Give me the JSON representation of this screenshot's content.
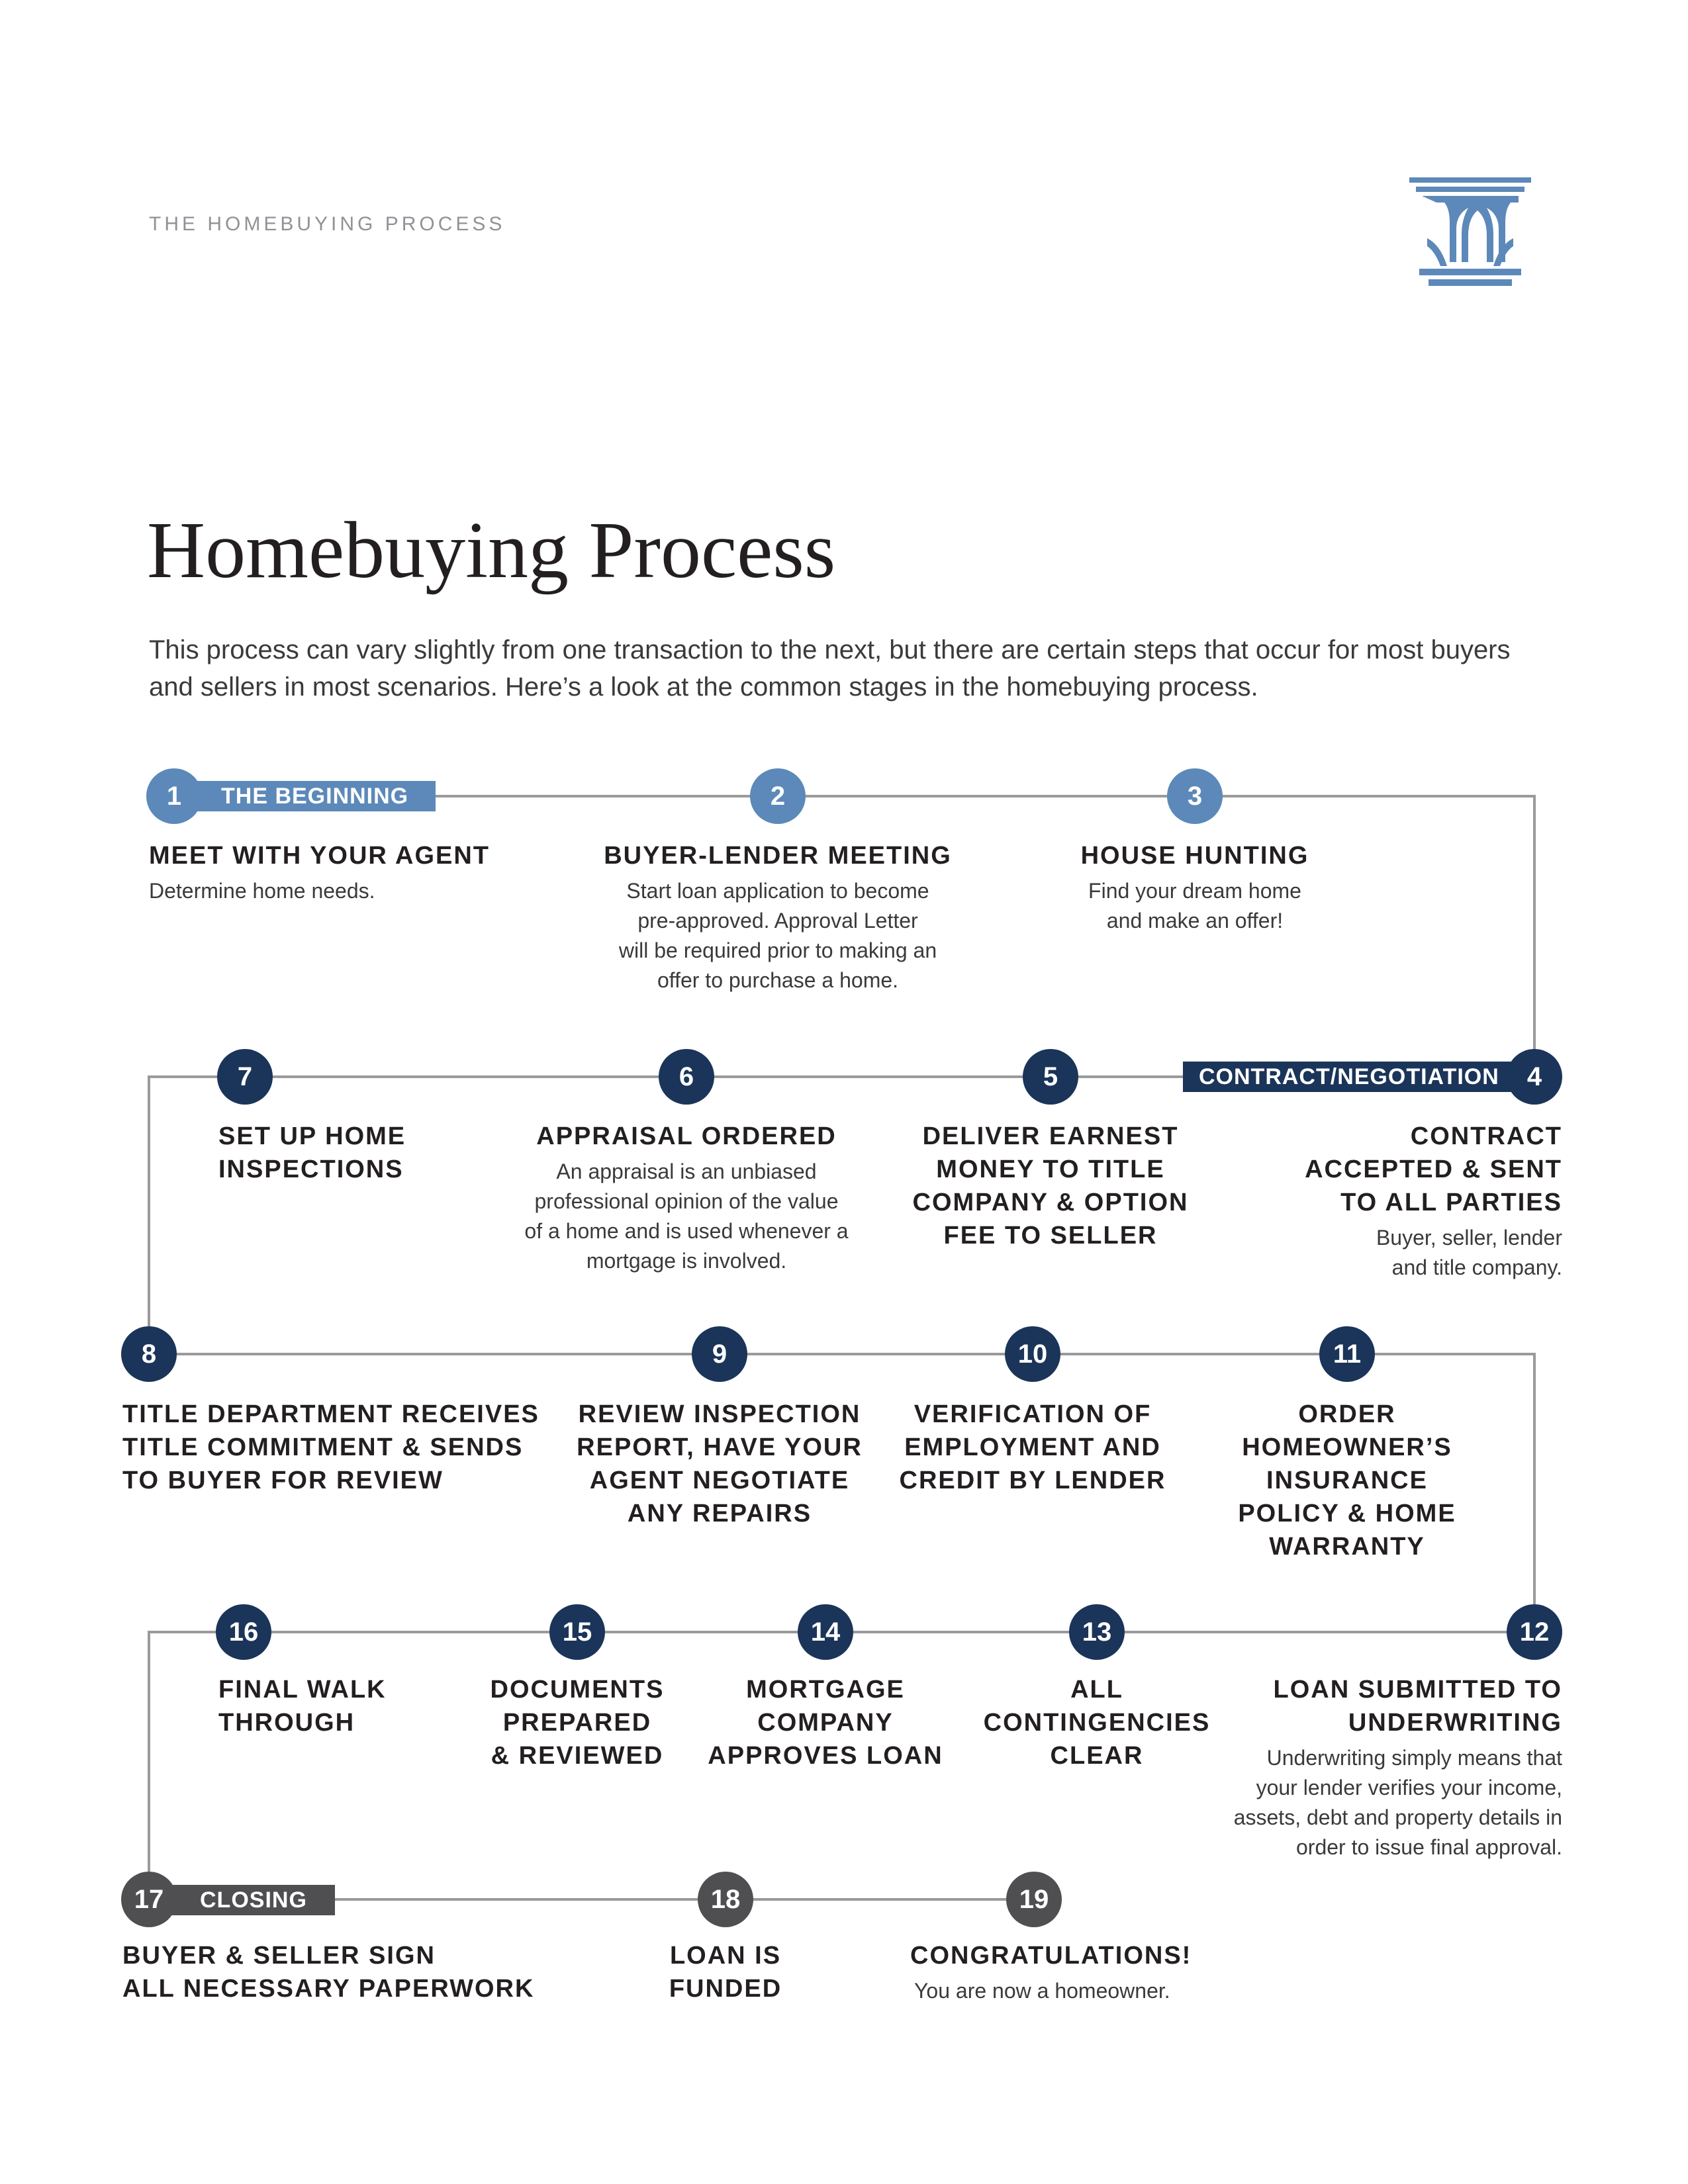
{
  "header": {
    "eyebrow": "THE HOMEBUYING PROCESS",
    "logo_icon": "column-capital-icon"
  },
  "page_title": "Homebuying Process",
  "intro": "This process can vary slightly from one transaction to the next, but there are certain steps that occur for most buyers and sellers in most scenarios. Here’s a look at the common stages in the homebuying process.",
  "colors": {
    "light_blue": "#5c89b9",
    "navy": "#1b3459",
    "gray": "#4f4f51",
    "connector": "#9a9a9a"
  },
  "phases": [
    {
      "label": "THE BEGINNING"
    },
    {
      "label": "CONTRACT/NEGOTIATION"
    },
    {
      "label": "CLOSING"
    }
  ],
  "steps": [
    {
      "number": "1",
      "title": "MEET WITH YOUR AGENT",
      "description": "Determine home needs."
    },
    {
      "number": "2",
      "title": "BUYER-LENDER MEETING",
      "description": "Start loan application to become\npre-approved. Approval Letter\nwill be required prior to making an\noffer to purchase a home."
    },
    {
      "number": "3",
      "title": "HOUSE HUNTING",
      "description": "Find your dream home\nand make an offer!"
    },
    {
      "number": "4",
      "title": "CONTRACT\nACCEPTED & SENT\nTO ALL PARTIES",
      "description": "Buyer, seller, lender\nand title company."
    },
    {
      "number": "5",
      "title": "DELIVER EARNEST\nMONEY TO TITLE\nCOMPANY & OPTION\nFEE TO SELLER",
      "description": ""
    },
    {
      "number": "6",
      "title": "APPRAISAL ORDERED",
      "description": "An appraisal is an unbiased\nprofessional opinion of the value\nof a home and is used whenever a\nmortgage is involved."
    },
    {
      "number": "7",
      "title": "SET UP HOME\nINSPECTIONS",
      "description": ""
    },
    {
      "number": "8",
      "title": "TITLE DEPARTMENT RECEIVES\nTITLE COMMITMENT & SENDS\nTO BUYER FOR REVIEW",
      "description": ""
    },
    {
      "number": "9",
      "title": "REVIEW INSPECTION\nREPORT, HAVE YOUR\nAGENT NEGOTIATE\nANY REPAIRS",
      "description": ""
    },
    {
      "number": "10",
      "title": "VERIFICATION OF\nEMPLOYMENT AND\nCREDIT BY LENDER",
      "description": ""
    },
    {
      "number": "11",
      "title": "ORDER\nHOMEOWNER’S\nINSURANCE\nPOLICY & HOME\nWARRANTY",
      "description": ""
    },
    {
      "number": "12",
      "title": "LOAN SUBMITTED TO\nUNDERWRITING",
      "description": "Underwriting simply means that\nyour lender verifies your income,\nassets, debt and property details in\norder to issue final approval."
    },
    {
      "number": "13",
      "title": "ALL\nCONTINGENCIES\nCLEAR",
      "description": ""
    },
    {
      "number": "14",
      "title": "MORTGAGE\nCOMPANY\nAPPROVES LOAN",
      "description": ""
    },
    {
      "number": "15",
      "title": "DOCUMENTS\nPREPARED\n& REVIEWED",
      "description": ""
    },
    {
      "number": "16",
      "title": "FINAL WALK\nTHROUGH",
      "description": ""
    },
    {
      "number": "17",
      "title": "BUYER & SELLER SIGN\nALL NECESSARY PAPERWORK",
      "description": ""
    },
    {
      "number": "18",
      "title": "LOAN IS\nFUNDED",
      "description": ""
    },
    {
      "number": "19",
      "title": "CONGRATULATIONS!",
      "description": "You are now a homeowner."
    }
  ]
}
